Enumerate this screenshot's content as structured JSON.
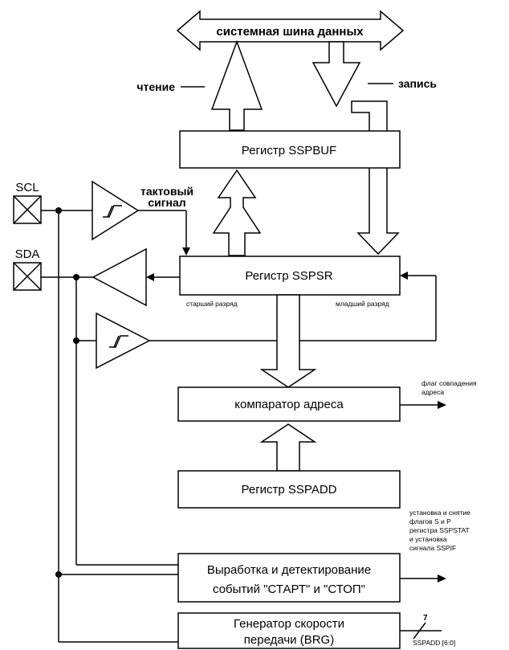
{
  "bus": {
    "label": "системная шина данных"
  },
  "read_label": "чтение",
  "write_label": "запись",
  "pins": {
    "scl": "SCL",
    "sda": "SDA"
  },
  "clock_label": [
    "тактовый",
    "сигнал"
  ],
  "registers": {
    "sspbuf": "Регистр  SSPBUF",
    "sspsr": "Регистр   SSPSR",
    "comparator": "компаратор  адреса",
    "sspadd": "Регистр   SSPADD"
  },
  "msb_label": "старший разряд",
  "lsb_label": "младший разряд",
  "match_flag": [
    "флаг совпадения",
    "адреса"
  ],
  "start_stop": {
    "lines": [
      "Выработка и детектирование",
      "событий \"СТАРТ\" и \"СТОП\""
    ],
    "output": [
      "установка и снятие",
      "флагов S и P",
      "регистра SSPSTAT",
      "и установка",
      "сигнала SSPIF"
    ]
  },
  "brg": {
    "lines": [
      "Генератор скорости",
      "передачи (BRG)"
    ],
    "bus_width": "7",
    "bus_label": "SSPADD [6:0]"
  }
}
